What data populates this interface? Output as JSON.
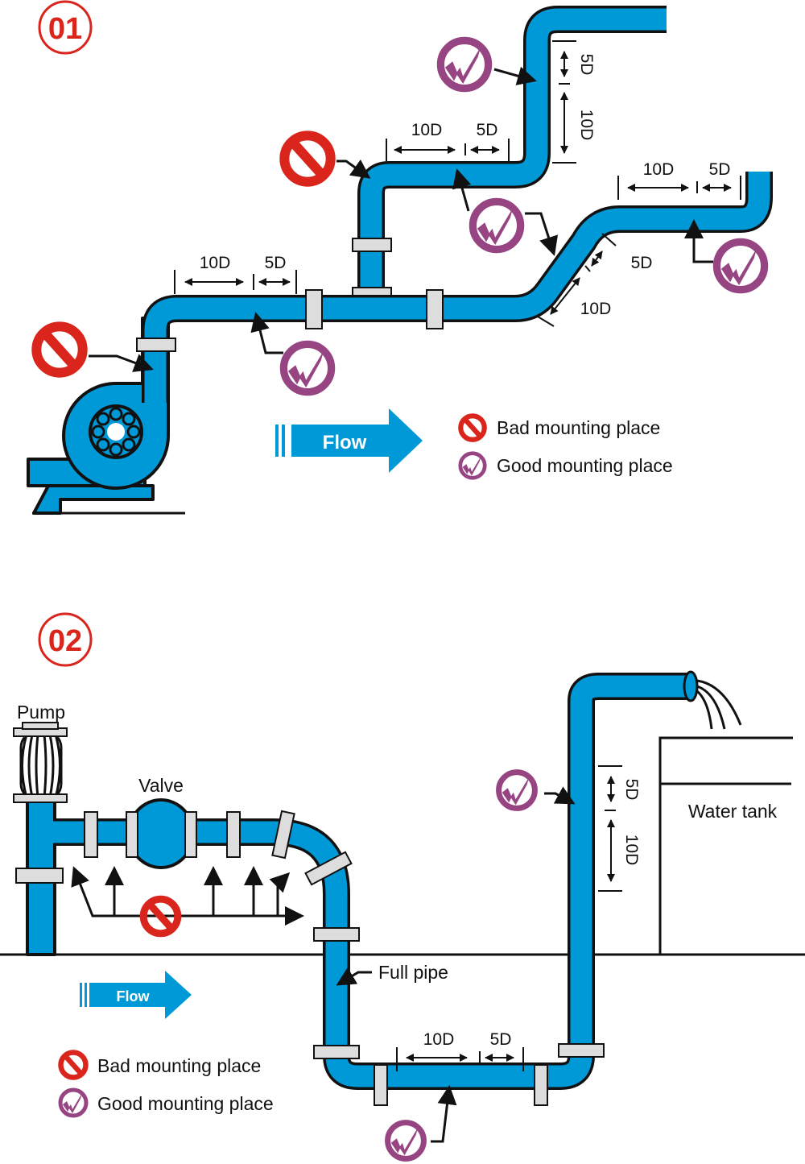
{
  "colors": {
    "pipe": "#0099d8",
    "bad": "#d9251c",
    "good": "#964582",
    "number": "#d9251c"
  },
  "diagram1": {
    "number": "01",
    "flow_label": "Flow",
    "legend": {
      "bad": "Bad mounting place",
      "good": "Good mounting place"
    },
    "dims": {
      "lower_10d": "10D",
      "lower_5d": "5D",
      "upper_10d": "10D",
      "upper_5d": "5D",
      "riser_5d": "5D",
      "riser_10d": "10D",
      "right_10d": "10D",
      "right_5d": "5D",
      "slope_5d": "5D",
      "slope_10d": "10D"
    }
  },
  "diagram2": {
    "number": "02",
    "pump_label": "Pump",
    "valve_label": "Valve",
    "full_pipe_label": "Full pipe",
    "water_tank_label": "Water tank",
    "flow_label": "Flow",
    "legend": {
      "bad": "Bad mounting place",
      "good": "Good mounting place"
    },
    "dims": {
      "bottom_10d": "10D",
      "bottom_5d": "5D",
      "riser_5d": "5D",
      "riser_10d": "10D"
    }
  }
}
